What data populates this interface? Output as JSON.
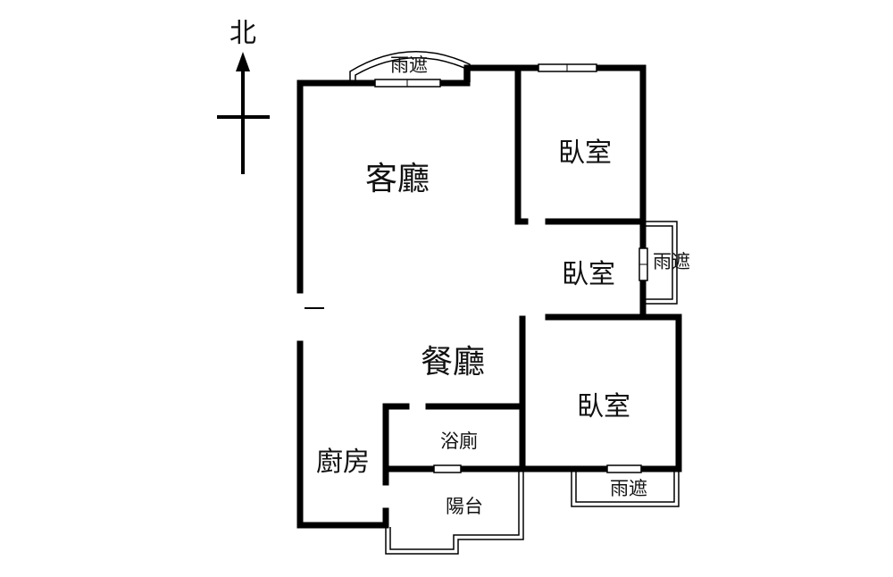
{
  "compass": {
    "north_label": "北"
  },
  "rooms": {
    "living_room": "客廳",
    "dining_room": "餐廳",
    "bedroom_1": "臥室",
    "bedroom_2": "臥室",
    "bedroom_3": "臥室",
    "bathroom": "浴廁",
    "kitchen": "廚房",
    "balcony": "陽台",
    "canopy_top": "雨遮",
    "canopy_right": "雨遮",
    "canopy_bottom": "雨遮"
  },
  "colors": {
    "wall": "#000000",
    "background": "#ffffff"
  }
}
